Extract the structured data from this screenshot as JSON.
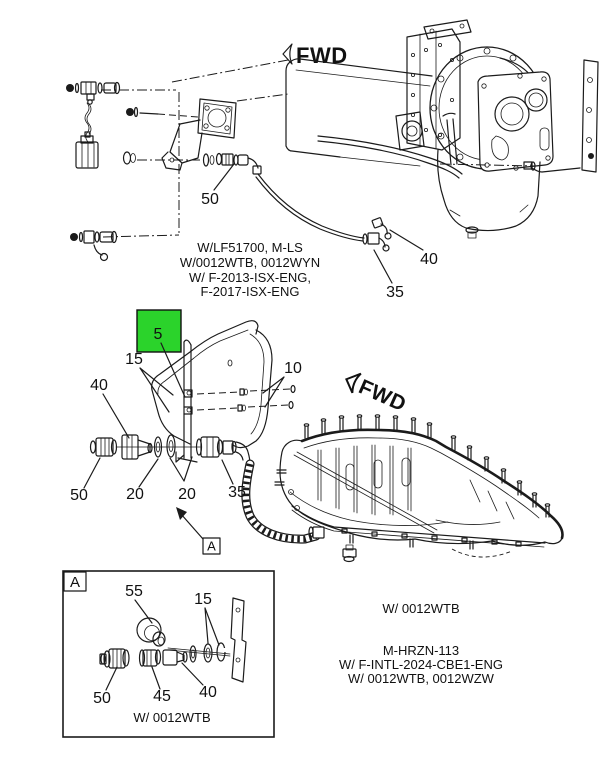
{
  "page": {
    "background": "#ffffff",
    "line_color": "#1b1b1b",
    "highlight_color": "#2bd32b"
  },
  "top_view": {
    "fwd_label": "FWD",
    "callout_50": "50",
    "callout_35": "35",
    "callout_40": "40",
    "note_lines": [
      "W/LF51700, M-LS",
      "W/0012WTB, 0012WYN",
      "W/ F-2013-ISX-ENG,",
      "F-2017-ISX-ENG"
    ]
  },
  "middle_view": {
    "fwd_label": "FWD",
    "callout_5": "5",
    "callout_15": "15",
    "callout_10": "10",
    "callout_40": "40",
    "callout_50": "50",
    "callout_20_left": "20",
    "callout_20_right": "20",
    "callout_35": "35",
    "view_ref_label": "A",
    "pan_note": "W/ 0012WTB",
    "note_lines": [
      "M-HRZN-113",
      "W/ F-INTL-2024-CBE1-ENG",
      "W/ 0012WTB, 0012WZW"
    ]
  },
  "detail_view": {
    "frame_label": "A",
    "callout_55": "55",
    "callout_15": "15",
    "callout_50": "50",
    "callout_45": "45",
    "callout_40": "40",
    "note": "W/ 0012WTB"
  }
}
